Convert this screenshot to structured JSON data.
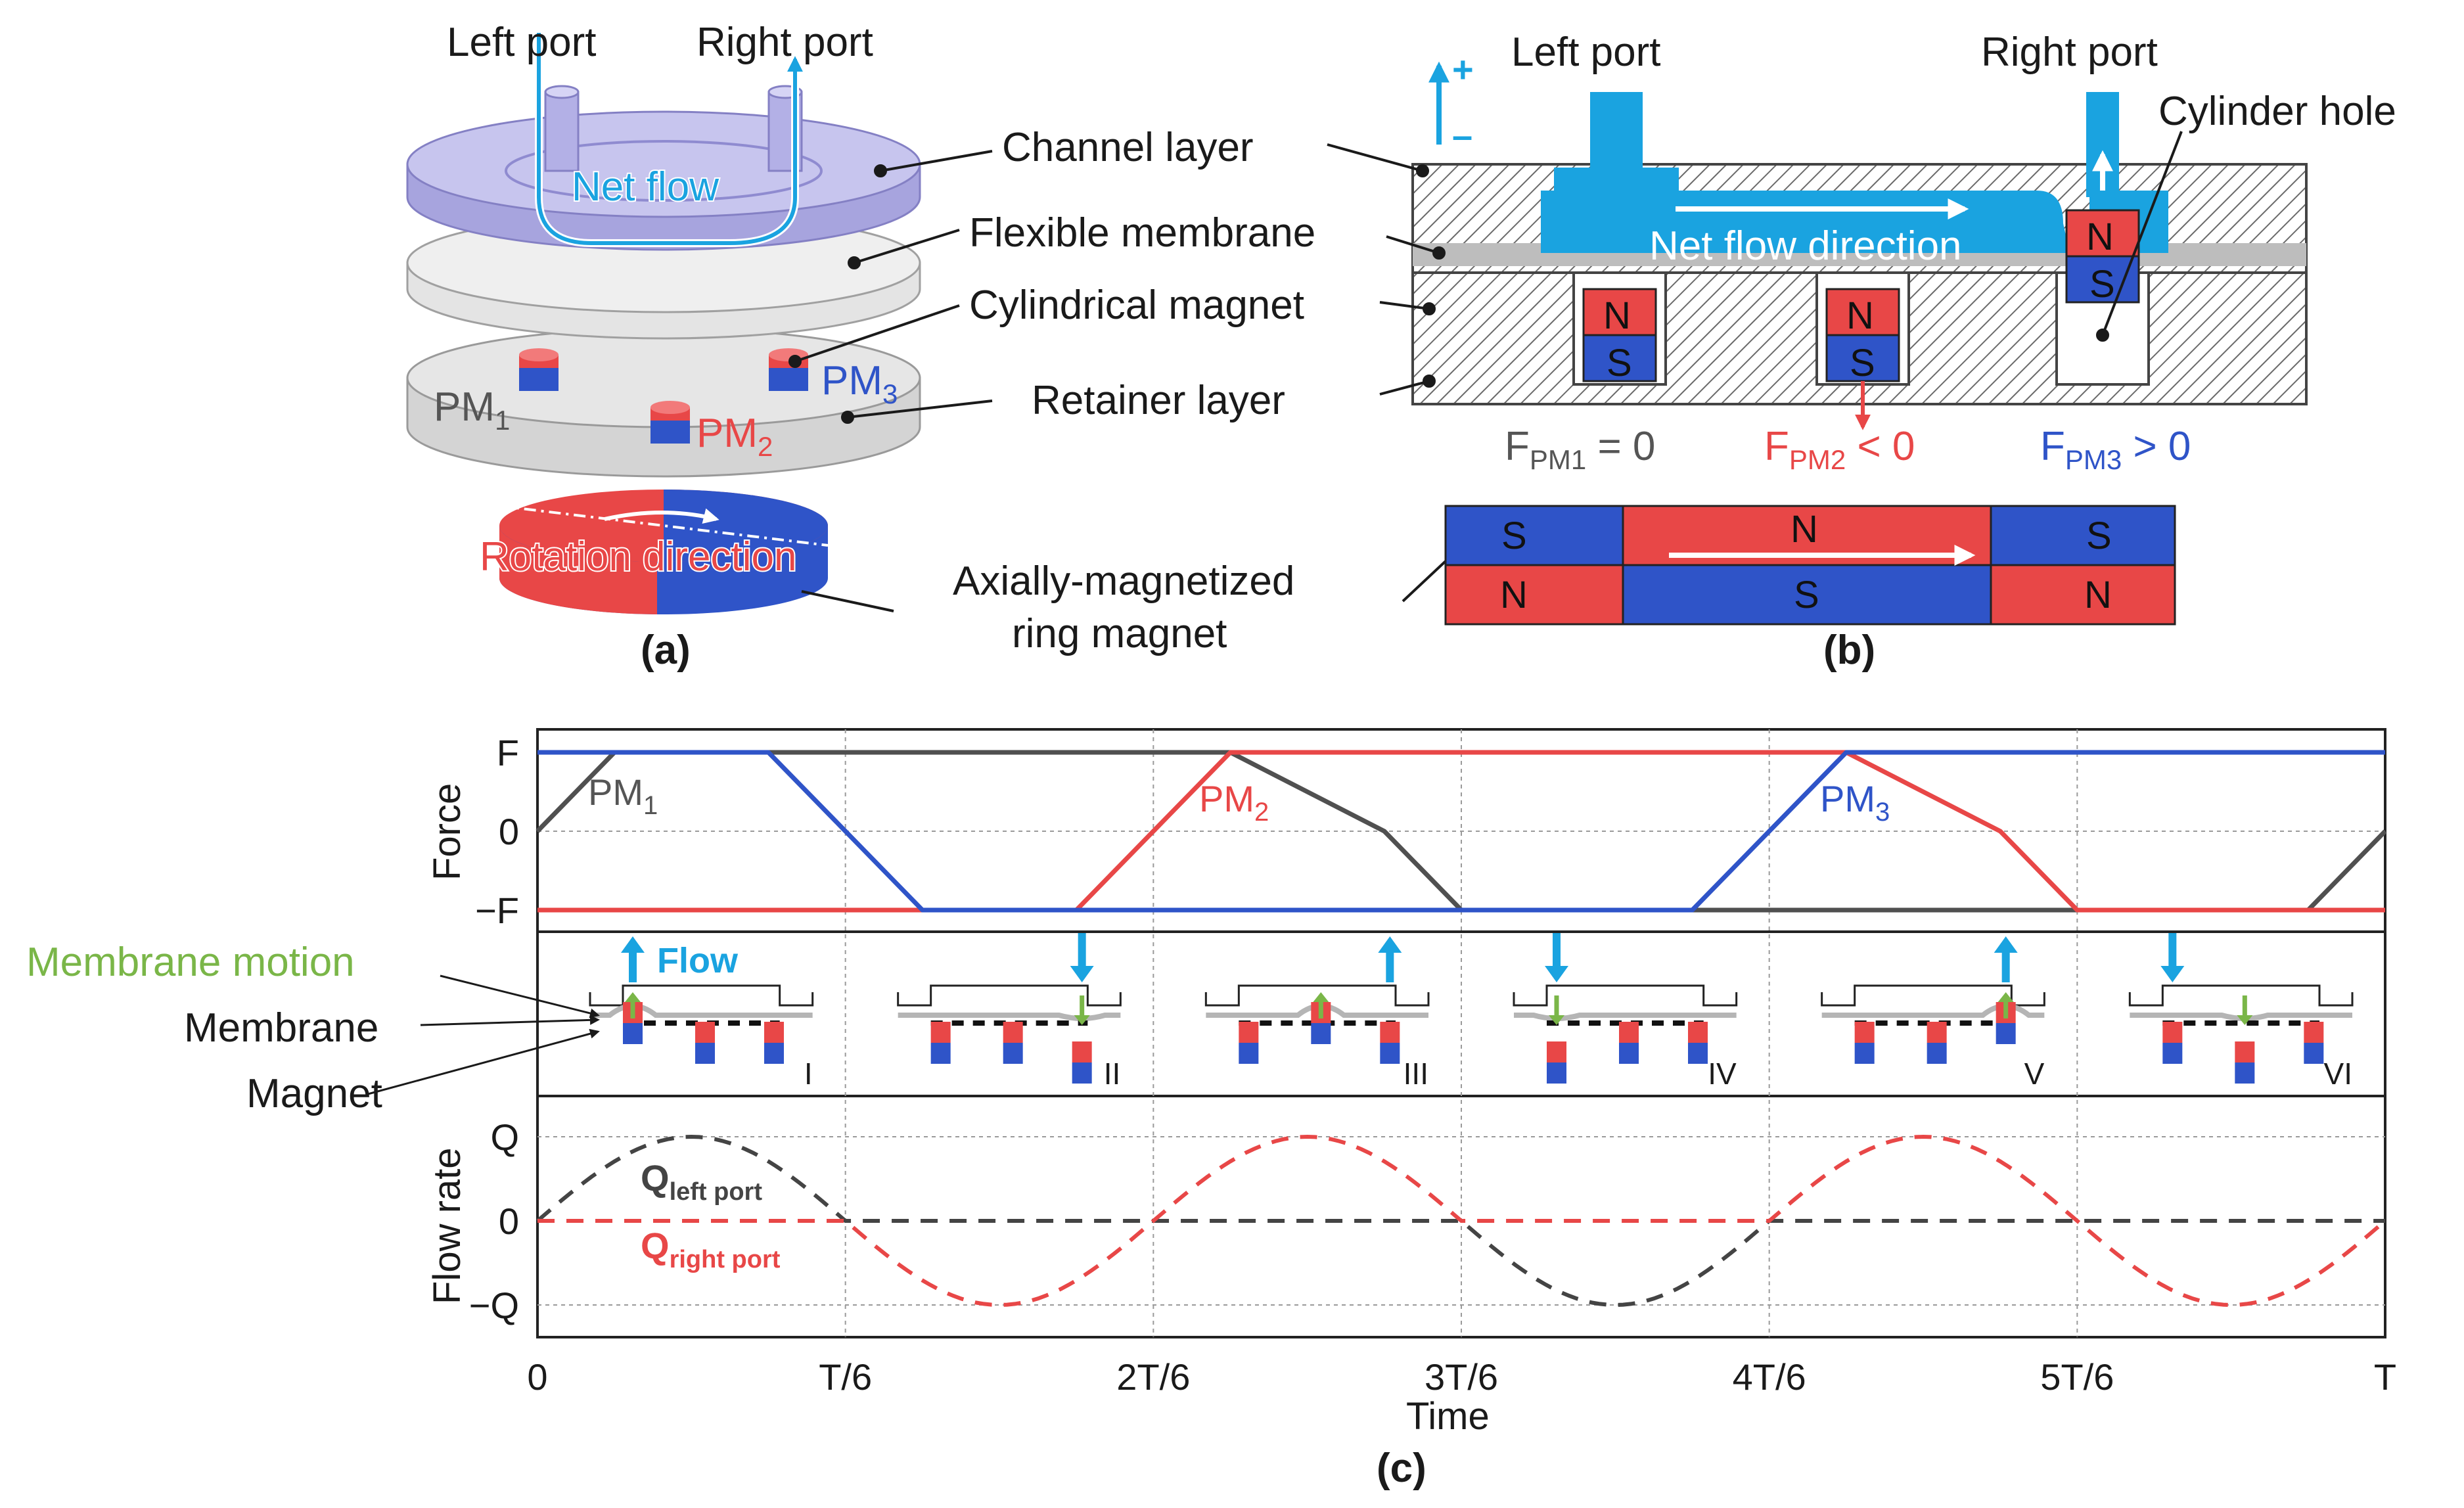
{
  "colors": {
    "red": "#e84747",
    "blue": "#2f54c8",
    "cyan": "#1aa3e0",
    "green": "#7ab648",
    "grey": "#505050",
    "lavender": "#b8b6e6"
  },
  "panel_a": {
    "caption": "(a)",
    "left_port": "Left port",
    "right_port": "Right port",
    "net_flow": "Net flow",
    "channel_layer": "Channel layer",
    "flexible_membrane": "Flexible membrane",
    "cylindrical_magnet": "Cylindrical magnet",
    "retainer_layer": "Retainer layer",
    "pm1": "PM",
    "pm1_sub": "1",
    "pm2": "PM",
    "pm2_sub": "2",
    "pm3": "PM",
    "pm3_sub": "3",
    "rotation_direction": "Rotation direction"
  },
  "panel_b": {
    "caption": "(b)",
    "left_port": "Left port",
    "right_port": "Right port",
    "cylinder_hole": "Cylinder hole",
    "net_flow_direction": "Net flow direction",
    "plus": "+",
    "minus": "–",
    "n": "N",
    "s": "S",
    "f1_main": "F",
    "f1_sub": "PM1",
    "f1_rest": " = 0",
    "f2_main": "F",
    "f2_sub": "PM2",
    "f2_rest": " < 0",
    "f3_main": "F",
    "f3_sub": "PM3",
    "f3_rest": " > 0",
    "ring_magnet_line1": "Axially-magnetized",
    "ring_magnet_line2": "ring magnet"
  },
  "panel_c": {
    "caption": "(c)",
    "force_ylabel": "Force",
    "flow_ylabel": "Flow rate",
    "xlabel": "Time",
    "xticks": [
      "0",
      "T/6",
      "2T/6",
      "3T/6",
      "4T/6",
      "5T/6",
      "T"
    ],
    "force_yticks": [
      "F",
      "0",
      "−F"
    ],
    "flow_yticks": [
      "Q",
      "0",
      "−Q"
    ],
    "pm1_label": "PM",
    "pm1_sub": "1",
    "pm2_label": "PM",
    "pm2_sub": "2",
    "pm3_label": "PM",
    "pm3_sub": "3",
    "membrane_motion": "Membrane motion",
    "membrane": "Membrane",
    "magnet": "Magnet",
    "flow": "Flow",
    "q_left_main": "Q",
    "q_left_sub": "left port",
    "q_right_main": "Q",
    "q_right_sub": "right port",
    "stage_labels": [
      "I",
      "II",
      "III",
      "IV",
      "V",
      "VI"
    ]
  },
  "chart_data": {
    "type": "line",
    "xlabel": "Time",
    "x_ticks": [
      "0",
      "T/6",
      "2T/6",
      "3T/6",
      "4T/6",
      "5T/6",
      "T"
    ],
    "force": {
      "ylabel": "Force",
      "y_ticks": [
        "−F",
        "0",
        "F"
      ],
      "x": [
        0,
        0.04167,
        0.125,
        0.16667,
        0.20833,
        0.29167,
        0.33333,
        0.375,
        0.45833,
        0.5,
        0.54167,
        0.625,
        0.66667,
        0.70833,
        0.79167,
        0.83333,
        0.875,
        0.95833,
        1
      ],
      "series": [
        {
          "name": "PM1",
          "values": [
            0,
            1,
            1,
            1,
            1,
            1,
            1,
            1,
            0,
            -1,
            -1,
            -1,
            -1,
            -1,
            -1,
            -1,
            -1,
            -1,
            0
          ]
        },
        {
          "name": "PM2",
          "values": [
            -1,
            -1,
            -1,
            -1,
            -1,
            -1,
            0,
            1,
            1,
            1,
            1,
            1,
            1,
            1,
            0,
            -1,
            -1,
            -1,
            -1
          ]
        },
        {
          "name": "PM3",
          "values": [
            1,
            1,
            1,
            0,
            -1,
            -1,
            -1,
            -1,
            -1,
            -1,
            -1,
            -1,
            0,
            1,
            1,
            1,
            1,
            1,
            1
          ]
        }
      ]
    },
    "flow_rate": {
      "ylabel": "Flow rate",
      "y_ticks": [
        "−Q",
        "0",
        "Q"
      ],
      "series": [
        {
          "name": "Q_left port",
          "sixths": [
            1,
            0,
            0,
            -1,
            0,
            0
          ]
        },
        {
          "name": "Q_right port",
          "sixths": [
            0,
            -1,
            1,
            0,
            1,
            -1
          ]
        }
      ]
    }
  }
}
